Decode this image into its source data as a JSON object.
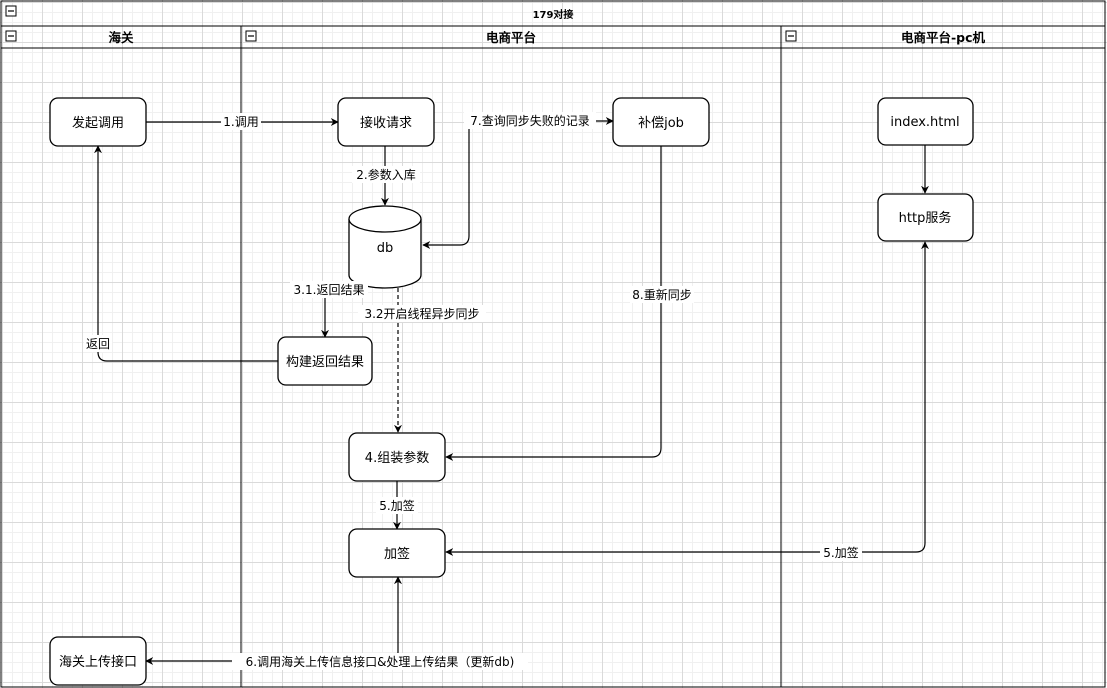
{
  "pool": {
    "title": "179对接"
  },
  "lanes": [
    {
      "title": "海关"
    },
    {
      "title": "电商平台"
    },
    {
      "title": "电商平台-pc机"
    }
  ],
  "nodes": {
    "start_call": "发起调用",
    "receive_request": "接收请求",
    "compensate_job": "补偿job",
    "db": "db",
    "build_result": "构建返回结果",
    "assemble_params": "4.组装参数",
    "sign": "加签",
    "customs_upload": "海关上传接口",
    "index_html": "index.html",
    "http_service": "http服务"
  },
  "edges": {
    "call": "1.调用",
    "params_to_db": "2.参数入库",
    "query_failed": "7.查询同步失败的记录",
    "return_result": "3.1.返回结果",
    "async_sync": "3.2开启线程异步同步",
    "return": "返回",
    "resync": "8.重新同步",
    "sign_step": "5.加签",
    "pc_sign": "5.加签",
    "upload_call": "6.调用海关上传信息接口&处理上传结果（更新db)"
  }
}
